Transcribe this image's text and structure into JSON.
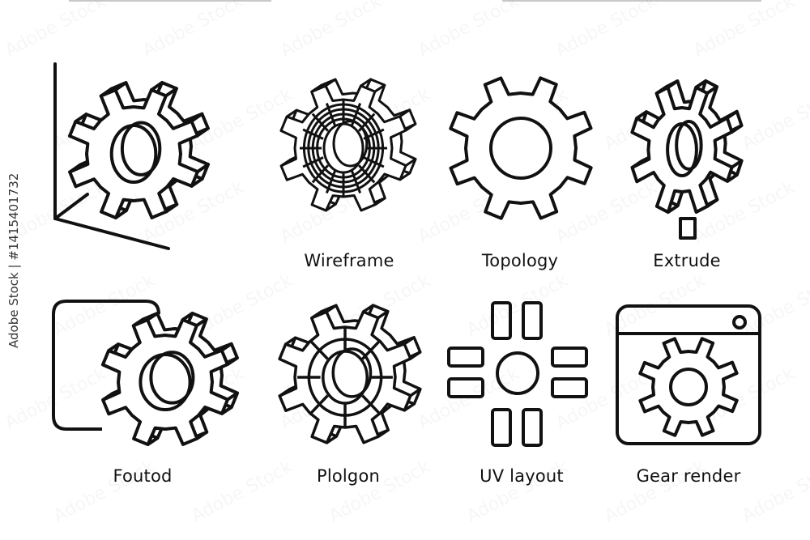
{
  "sheet": {
    "stroke_color": "#111111",
    "background": "#ffffff",
    "watermark_text": "Adobe Stock",
    "stock_id": "Adobe Stock | #1415401732"
  },
  "icons": [
    {
      "icon": "gear-3d-axes-icon",
      "label": ""
    },
    {
      "icon": "gear-wireframe-icon",
      "label": "Wireframe"
    },
    {
      "icon": "gear-topology-icon",
      "label": "Topology"
    },
    {
      "icon": "gear-extrude-icon",
      "label": "Extrude"
    },
    {
      "icon": "gear-frame-icon",
      "label": "Foutod"
    },
    {
      "icon": "gear-polygon-icon",
      "label": "Plolgon"
    },
    {
      "icon": "uv-layout-icon",
      "label": "UV layout"
    },
    {
      "icon": "gear-render-window-icon",
      "label": "Gear render"
    }
  ]
}
